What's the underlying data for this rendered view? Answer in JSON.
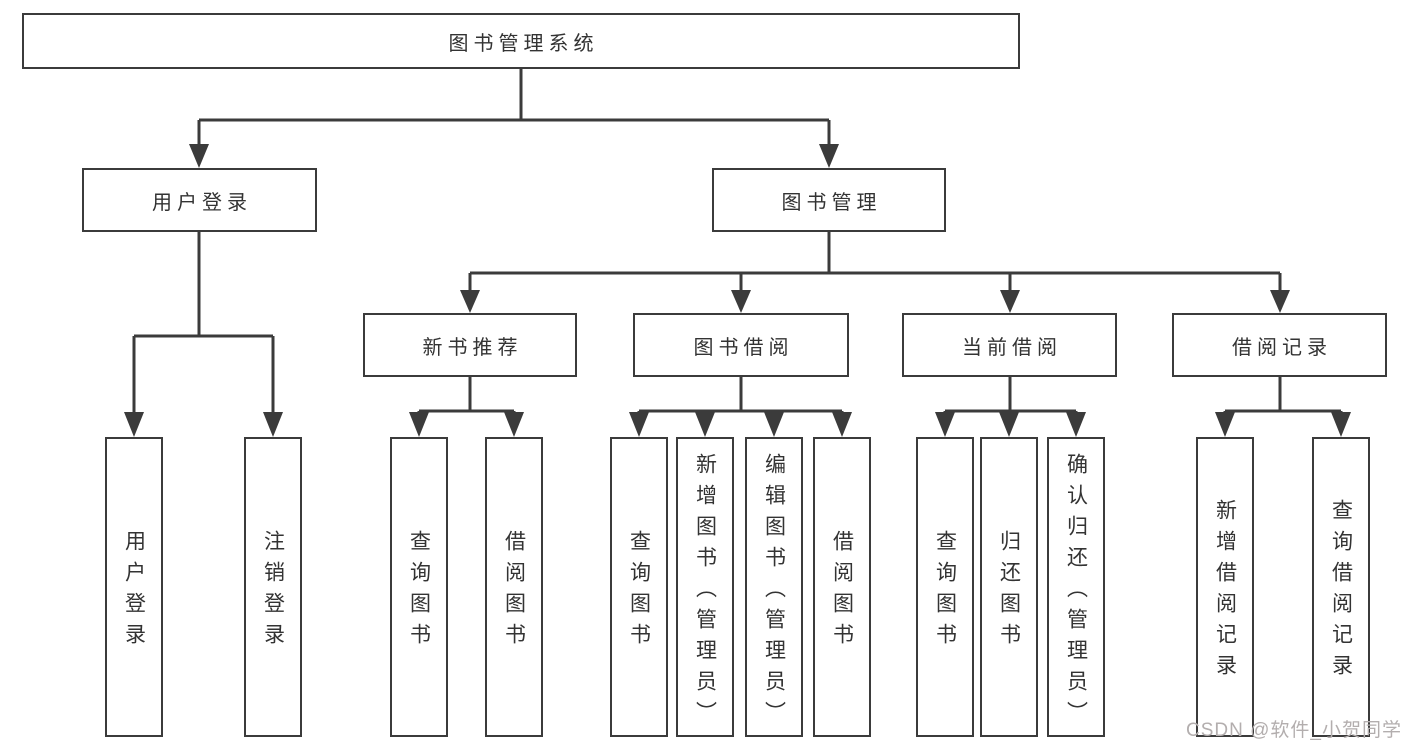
{
  "watermark": {
    "text": "CSDN @软件_小贺同学"
  },
  "colors": {
    "line": "#3b3b3b",
    "box_background": "#ffffff",
    "watermark": "#b3aeae"
  },
  "tree": {
    "root": {
      "label": "图书管理系统"
    },
    "branches": [
      {
        "label": "用户登录",
        "children": [
          {
            "label": "用户登录"
          },
          {
            "label": "注销登录"
          }
        ]
      },
      {
        "label": "图书管理",
        "children": [
          {
            "label": "新书推荐",
            "children": [
              {
                "label": "查询图书"
              },
              {
                "label": "借阅图书"
              }
            ]
          },
          {
            "label": "图书借阅",
            "children": [
              {
                "label": "查询图书"
              },
              {
                "label": "新增图书（管理员）"
              },
              {
                "label": "编辑图书（管理员）"
              },
              {
                "label": "借阅图书"
              }
            ]
          },
          {
            "label": "当前借阅",
            "children": [
              {
                "label": "查询图书"
              },
              {
                "label": "归还图书"
              },
              {
                "label": "确认归还（管理员）"
              }
            ]
          },
          {
            "label": "借阅记录",
            "children": [
              {
                "label": "新增借阅记录"
              },
              {
                "label": "查询借阅记录"
              }
            ]
          }
        ]
      }
    ]
  }
}
